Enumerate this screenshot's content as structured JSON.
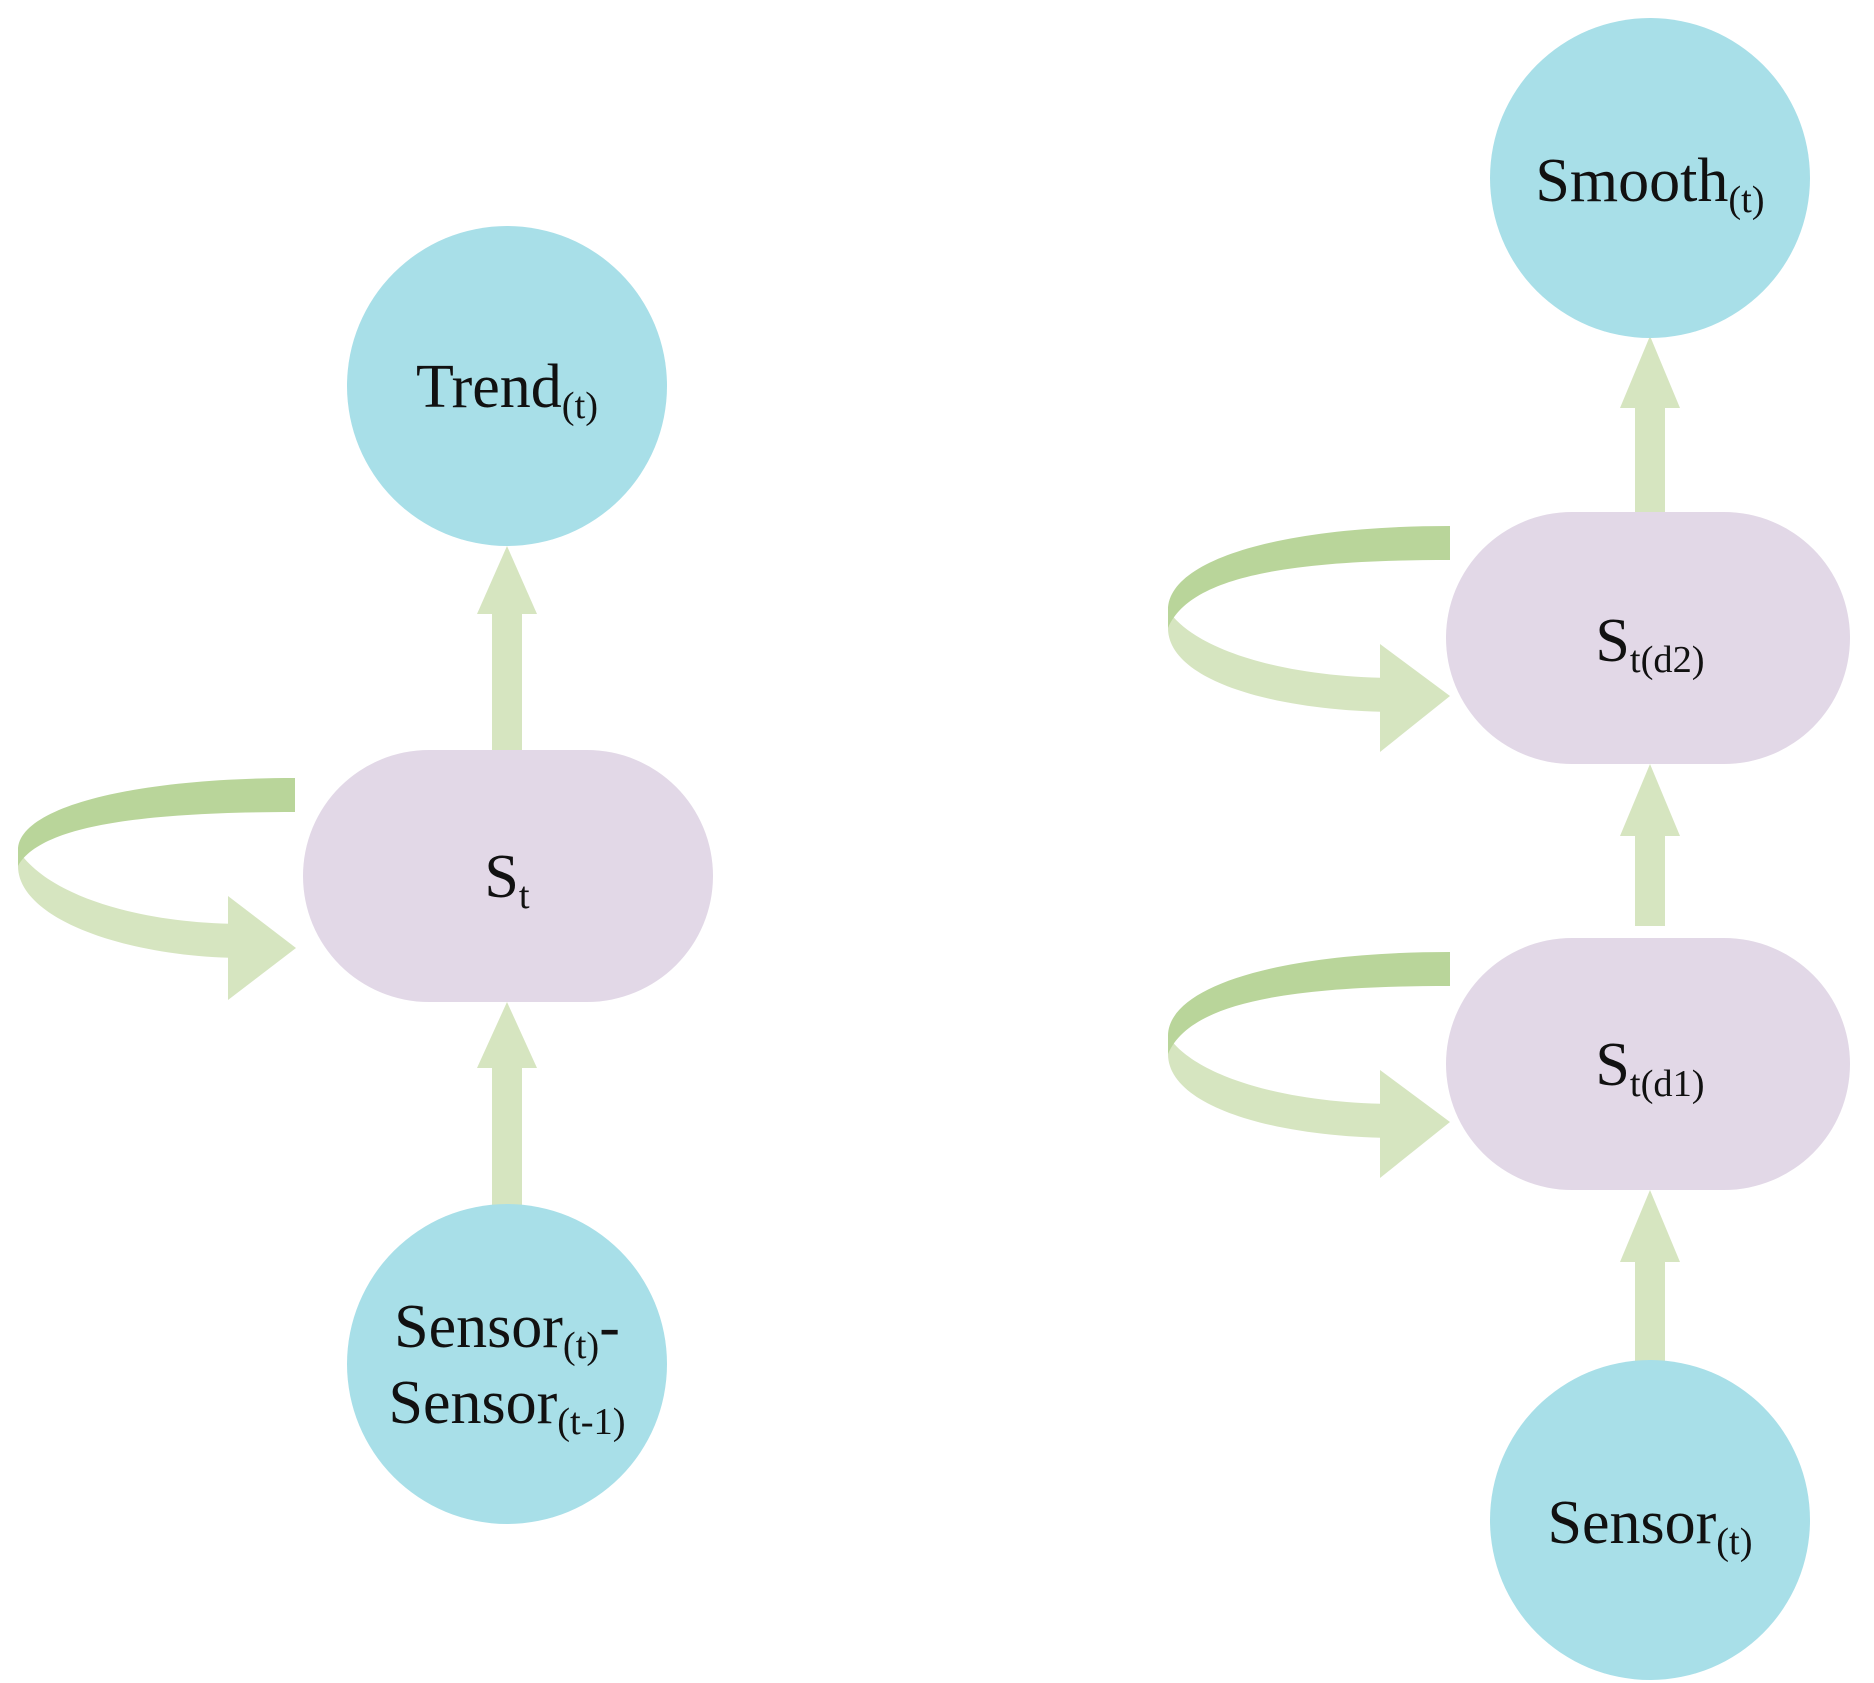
{
  "colors": {
    "circle_fill": "#a8dfe8",
    "box_fill": "#e2d8e7",
    "arrow_fill": "#d6e5c0",
    "loop_dark": "#b9d59a",
    "loop_light": "#d6e5c0",
    "text": "#111111"
  },
  "left": {
    "output_node": {
      "main": "Trend",
      "sub": "(t)"
    },
    "state_node": {
      "main": "S",
      "sub": "t"
    },
    "input_node": {
      "line1": {
        "main": "Sensor",
        "sub": "(t)",
        "suffix": "-"
      },
      "line2": {
        "main": "Sensor",
        "sub": "(t-1)"
      }
    }
  },
  "right": {
    "output_node": {
      "main": "Smooth",
      "sub": "(t)"
    },
    "state_d2_node": {
      "main": "S",
      "sub": "t(d2)"
    },
    "state_d1_node": {
      "main": "S",
      "sub": "t(d1)"
    },
    "input_node": {
      "main": "Sensor",
      "sub": "(t)"
    }
  }
}
